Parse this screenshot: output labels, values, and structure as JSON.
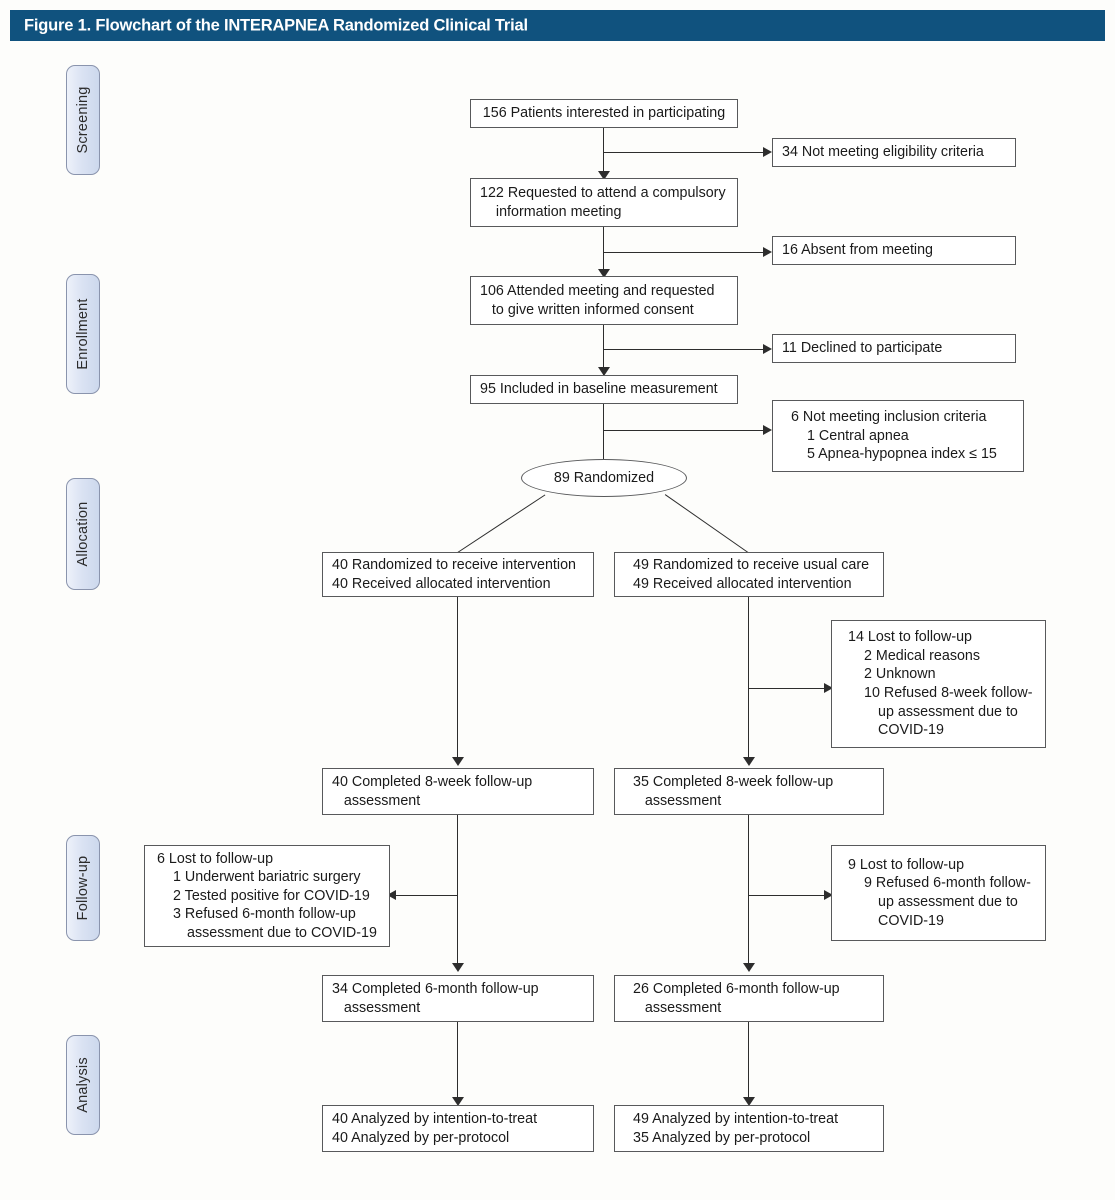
{
  "figure": {
    "title": "Figure 1. Flowchart of the INTERAPNEA Randomized Clinical Trial",
    "title_bar_color": "#10527e",
    "box_border_color": "#58595b",
    "connector_color": "#2d2d2d",
    "stage_pill_color": "#dbe3f3"
  },
  "stages": [
    {
      "label": "Screening"
    },
    {
      "label": "Enrollment"
    },
    {
      "label": "Allocation"
    },
    {
      "label": "Follow-up"
    },
    {
      "label": "Analysis"
    }
  ],
  "nodes": {
    "interested": {
      "lines": [
        "156 Patients interested in participating"
      ]
    },
    "not_eligible": {
      "lines": [
        "34 Not meeting eligibility criteria"
      ]
    },
    "requested_meeting": {
      "lines": [
        "122 Requested to attend a compulsory",
        "    information meeting"
      ]
    },
    "absent_meeting": {
      "lines": [
        "16 Absent from meeting"
      ]
    },
    "attended_meeting": {
      "lines": [
        "106 Attended meeting and requested",
        "   to give written informed consent"
      ]
    },
    "declined": {
      "lines": [
        "11 Declined to participate"
      ]
    },
    "baseline": {
      "lines": [
        "95 Included in baseline measurement"
      ]
    },
    "not_inclusion": {
      "lines": [
        "6 Not meeting inclusion criteria",
        "1 Central apnea",
        "5 Apnea-hypopnea index ≤ 15"
      ]
    },
    "randomized": {
      "lines": [
        "89 Randomized"
      ]
    },
    "alloc_intervention": {
      "lines": [
        "40 Randomized to receive intervention",
        "40 Received allocated intervention"
      ]
    },
    "alloc_usual_care": {
      "lines": [
        "49 Randomized to receive usual care",
        "49 Received allocated intervention"
      ]
    },
    "lost_8wk_right": {
      "lines": [
        "14 Lost to follow-up",
        "2 Medical reasons",
        "2 Unknown",
        "10 Refused 8-week follow-",
        "up assessment due to",
        "COVID-19"
      ]
    },
    "completed_8wk_left": {
      "lines": [
        "40 Completed 8-week follow-up",
        "   assessment"
      ]
    },
    "completed_8wk_right": {
      "lines": [
        "35 Completed 8-week follow-up",
        "   assessment"
      ]
    },
    "lost_6mo_left": {
      "lines": [
        "6 Lost to follow-up",
        "1 Underwent bariatric surgery",
        "2 Tested positive for COVID-19",
        "3 Refused 6-month follow-up",
        "assessment due to COVID-19"
      ]
    },
    "lost_6mo_right": {
      "lines": [
        "9 Lost to follow-up",
        "9 Refused 6-month follow-",
        "up assessment due to",
        "COVID-19"
      ]
    },
    "completed_6mo_left": {
      "lines": [
        "34 Completed 6-month follow-up",
        "   assessment"
      ]
    },
    "completed_6mo_right": {
      "lines": [
        "26 Completed 6-month follow-up",
        "   assessment"
      ]
    },
    "analyzed_left": {
      "lines": [
        "40 Analyzed by intention-to-treat",
        "40 Analyzed by per-protocol"
      ]
    },
    "analyzed_right": {
      "lines": [
        "49 Analyzed by intention-to-treat",
        "35 Analyzed by per-protocol"
      ]
    }
  }
}
